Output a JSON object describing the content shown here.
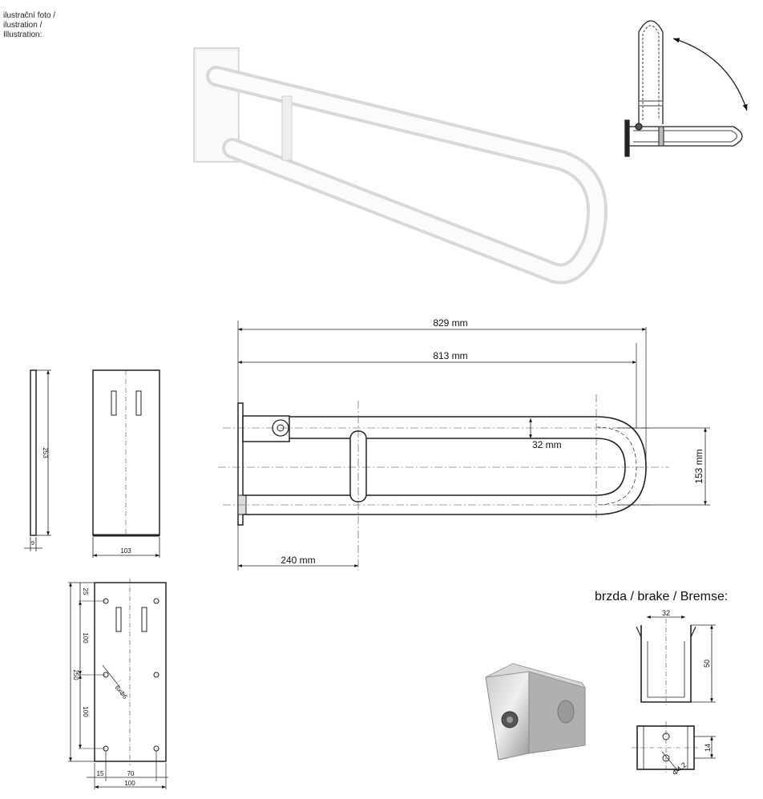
{
  "illustration_label": [
    "ilustrační foto /",
    "ilustration /",
    "Illustration:"
  ],
  "main_dims": {
    "overall_length": "829 mm",
    "inner_length": "813 mm",
    "tube_gap": "32 mm",
    "height": "153 mm",
    "support_offset": "240 mm"
  },
  "side_view": {
    "height": "253",
    "depth": "9"
  },
  "front_plate": {
    "width": "103"
  },
  "mount_plate": {
    "top_offset": "25",
    "spacing_upper": "100",
    "height": "250",
    "holes": "6xΦ6",
    "spacing_lower": "100",
    "left_offset": "15",
    "hole_spacing": "70",
    "width": "100"
  },
  "brake": {
    "title": "brzda / brake / Bremse:",
    "width": "32",
    "height": "50",
    "slot": "14",
    "hole": "Φ4,2"
  }
}
